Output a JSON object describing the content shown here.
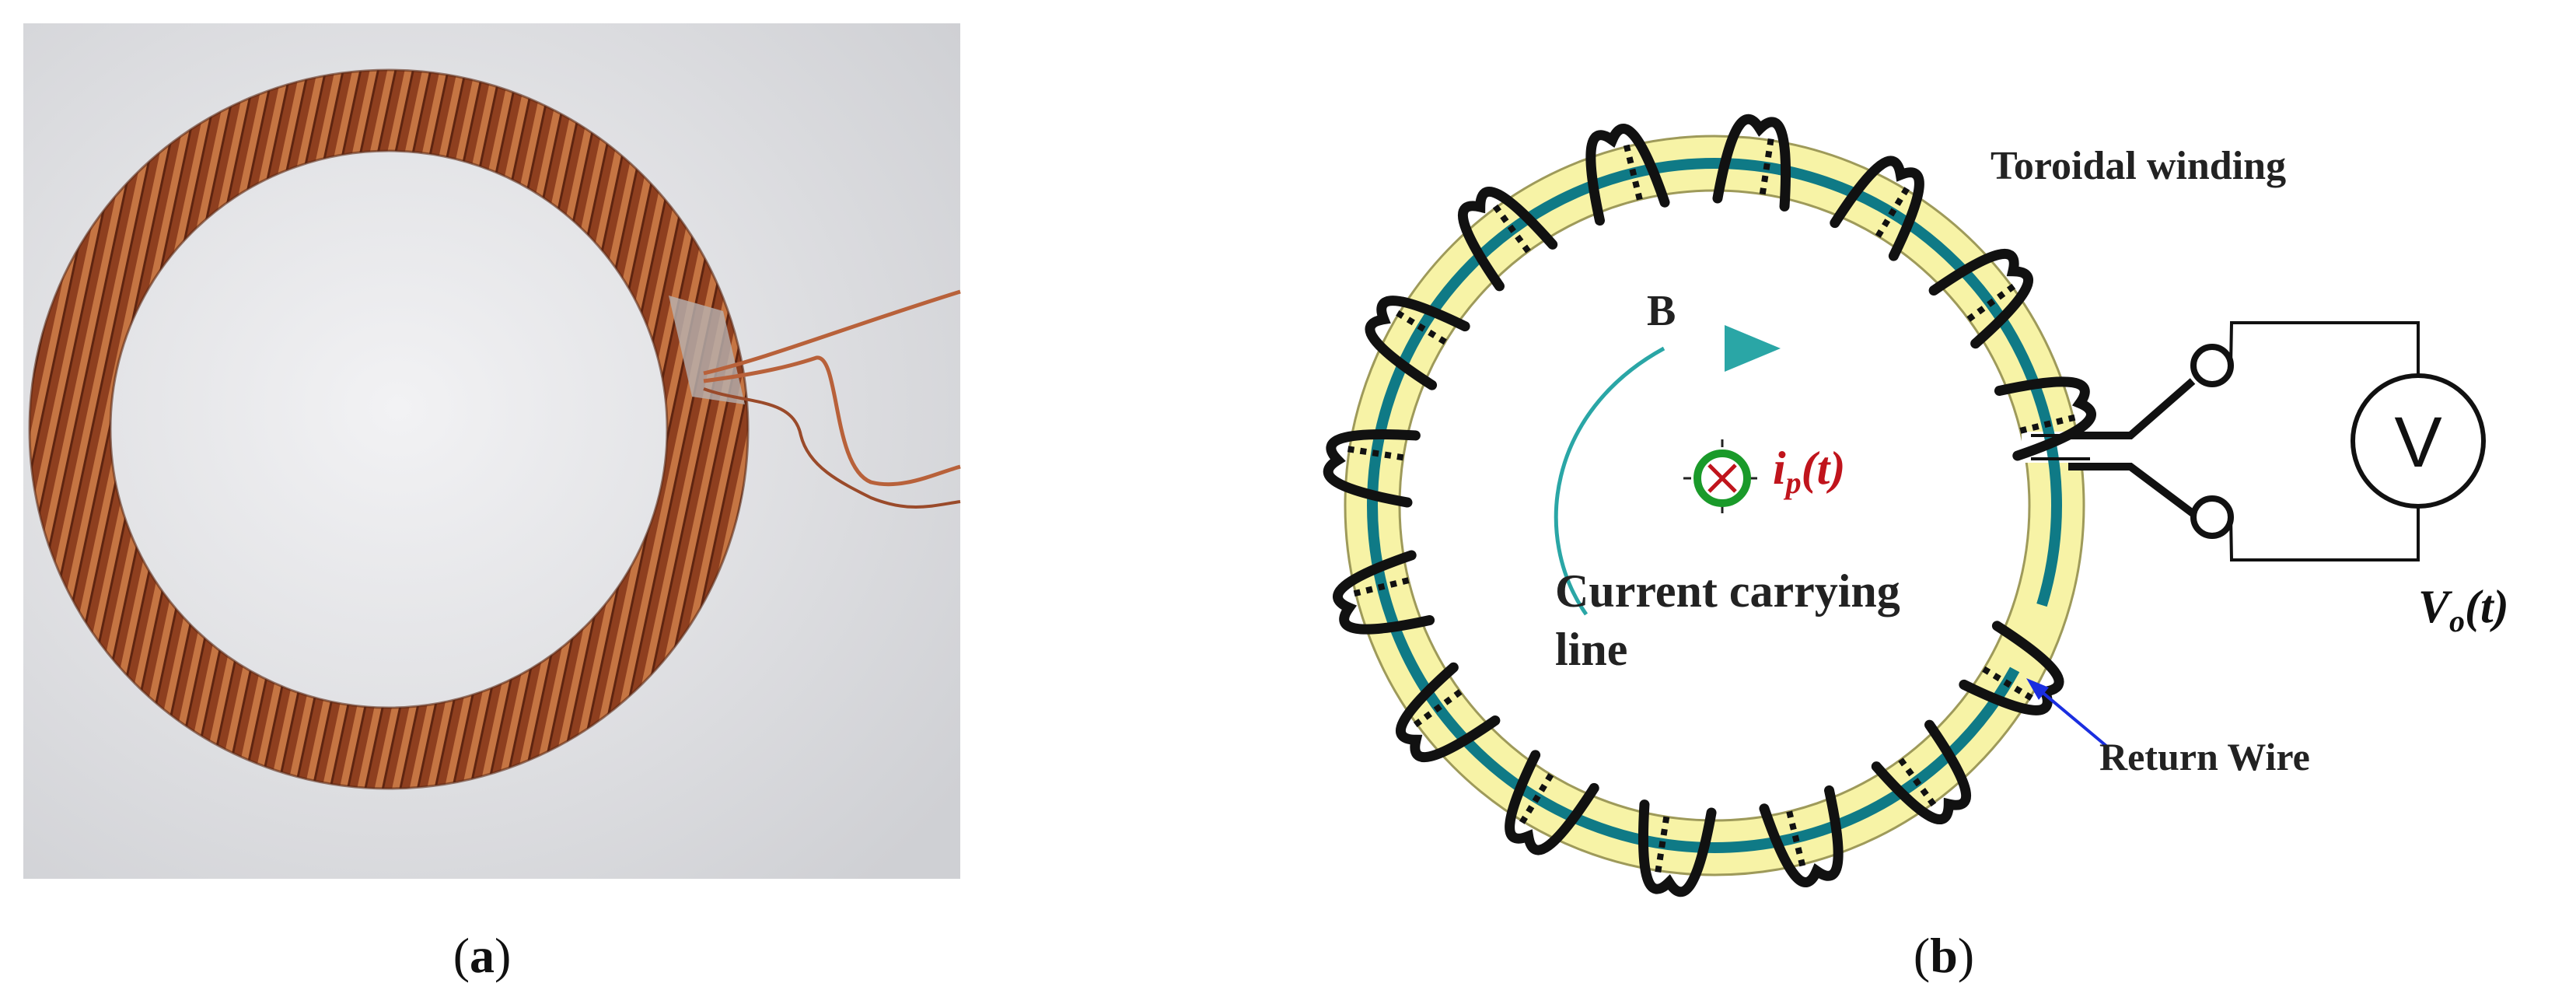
{
  "panel_a": {
    "label_open": "(",
    "label_letter": "a",
    "label_close": ")"
  },
  "panel_b": {
    "label_open": "(",
    "label_letter": "b",
    "label_close": ")",
    "toroidal_winding": "Toroidal winding",
    "field_symbol": "B",
    "current_main": "i",
    "current_sub": "p",
    "current_arg": "(t)",
    "current_line_1": "Current carrying",
    "current_line_2": "line",
    "return_wire": "Return Wire",
    "voltmeter_symbol": "V",
    "output_main": "V",
    "output_sub": "o",
    "output_arg": "(t)"
  },
  "colors": {
    "copper": "#9c4a26",
    "copper_highlight": "#d2824d",
    "core_fill": "#f7f3a6",
    "core_line": "#0f7a86",
    "winding": "#111111",
    "field_arrow": "#2aa6a6",
    "return_arrow": "#1a2ee0",
    "current_marker": "#1a9a2a",
    "current_text": "#c0141c"
  }
}
